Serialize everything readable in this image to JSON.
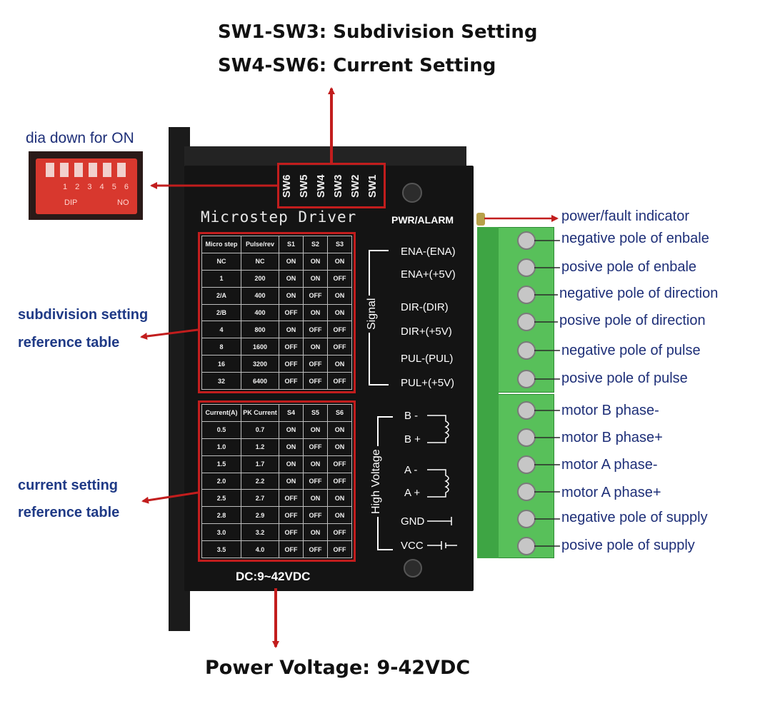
{
  "header": {
    "line1": "SW1-SW3: Subdivision Setting",
    "line2": "SW4-SW6: Current Setting"
  },
  "footer": {
    "power_voltage": "Power Voltage: 9-42VDC"
  },
  "dip_caption": "dia down for ON",
  "dip_marks": {
    "numbers": "1 2 3 4 5 6",
    "left_mark": "DIP",
    "right_mark": "NO"
  },
  "left_labels": {
    "subdivision_line1": "subdivision setting",
    "subdivision_line2": "reference table",
    "current_line1": "current setting",
    "current_line2": "reference table"
  },
  "driver": {
    "brand": "Microstep Driver",
    "dc_label": "DC:9~42VDC",
    "pwr_alarm": "PWR/ALARM",
    "switch_labels": [
      "SW6",
      "SW5",
      "SW4",
      "SW3",
      "SW2",
      "SW1"
    ],
    "signal_group": "Signal",
    "hv_group": "High Voltage",
    "signal_pins": [
      "ENA-(ENA)",
      "ENA+(+5V)",
      "DIR-(DIR)",
      "DIR+(+5V)",
      "PUL-(PUL)",
      "PUL+(+5V)"
    ],
    "hv_pins": [
      "B -",
      "B +",
      "A -",
      "A +",
      "GND",
      "VCC"
    ]
  },
  "micro_table": {
    "headers": [
      "Micro step",
      "Pulse/rev",
      "S1",
      "S2",
      "S3"
    ],
    "rows": [
      [
        "NC",
        "NC",
        "ON",
        "ON",
        "ON"
      ],
      [
        "1",
        "200",
        "ON",
        "ON",
        "OFF"
      ],
      [
        "2/A",
        "400",
        "ON",
        "OFF",
        "ON"
      ],
      [
        "2/B",
        "400",
        "OFF",
        "ON",
        "ON"
      ],
      [
        "4",
        "800",
        "ON",
        "OFF",
        "OFF"
      ],
      [
        "8",
        "1600",
        "OFF",
        "ON",
        "OFF"
      ],
      [
        "16",
        "3200",
        "OFF",
        "OFF",
        "ON"
      ],
      [
        "32",
        "6400",
        "OFF",
        "OFF",
        "OFF"
      ]
    ]
  },
  "current_table": {
    "headers": [
      "Current(A)",
      "PK Current",
      "S4",
      "S5",
      "S6"
    ],
    "rows": [
      [
        "0.5",
        "0.7",
        "ON",
        "ON",
        "ON"
      ],
      [
        "1.0",
        "1.2",
        "ON",
        "OFF",
        "ON"
      ],
      [
        "1.5",
        "1.7",
        "ON",
        "ON",
        "OFF"
      ],
      [
        "2.0",
        "2.2",
        "ON",
        "OFF",
        "OFF"
      ],
      [
        "2.5",
        "2.7",
        "OFF",
        "ON",
        "ON"
      ],
      [
        "2.8",
        "2.9",
        "OFF",
        "OFF",
        "ON"
      ],
      [
        "3.0",
        "3.2",
        "OFF",
        "ON",
        "OFF"
      ],
      [
        "3.5",
        "4.0",
        "OFF",
        "OFF",
        "OFF"
      ]
    ]
  },
  "right_labels": [
    "power/fault indicator",
    "negative pole of enbale",
    "posive pole of enbale",
    "negative pole of direction",
    "posive pole of direction",
    "negative pole of pulse",
    "posive pole of pulse",
    "motor B phase-",
    "motor B phase+",
    "motor A phase-",
    "motor A phase+",
    "negative pole of supply",
    "posive pole of supply"
  ],
  "colors": {
    "annotation_red": "#c21d1d",
    "label_blue": "#1e2f78",
    "terminal_green": "#58c05a",
    "driver_black": "#141414"
  }
}
